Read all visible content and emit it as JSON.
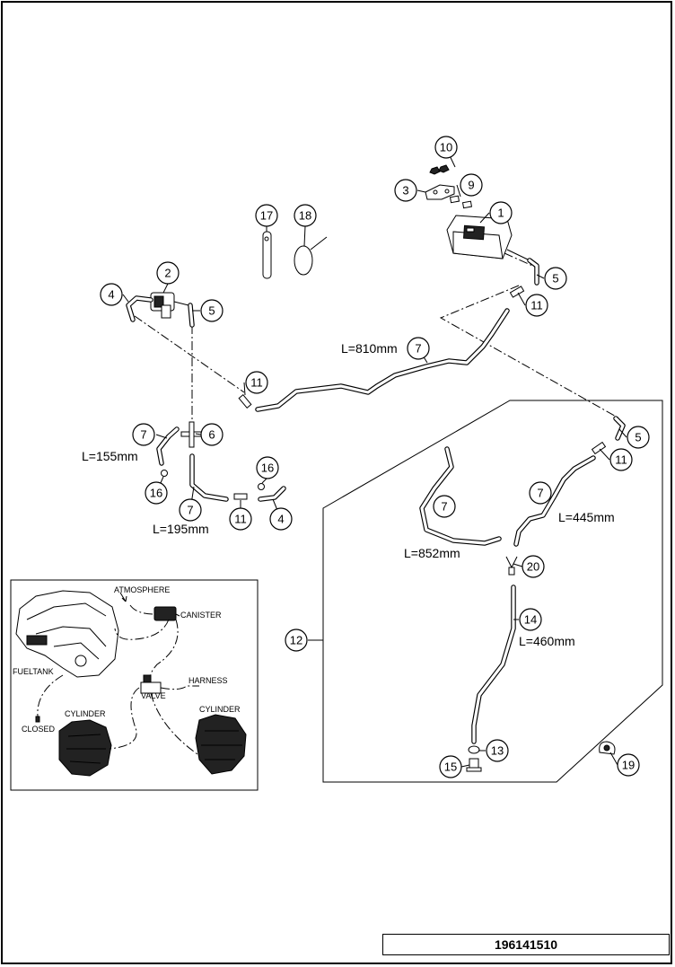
{
  "callouts": {
    "c1": "1",
    "c2": "2",
    "c3": "3",
    "c4a": "4",
    "c4b": "4",
    "c5a": "5",
    "c5b": "5",
    "c5c": "5",
    "c6": "6",
    "c7a": "7",
    "c7b": "7",
    "c7c": "7",
    "c7d": "7",
    "c7e": "7",
    "c9": "9",
    "c10": "10",
    "c11a": "11",
    "c11b": "11",
    "c11c": "11",
    "c11d": "11",
    "c12": "12",
    "c13": "13",
    "c14": "14",
    "c15": "15",
    "c16a": "16",
    "c16b": "16",
    "c17": "17",
    "c18": "18",
    "c19": "19",
    "c20": "20"
  },
  "lengths": {
    "l810": "L=810mm",
    "l155": "L=155mm",
    "l195": "L=195mm",
    "l852": "L=852mm",
    "l445": "L=445mm",
    "l460": "L=460mm"
  },
  "schematic": {
    "atmosphere": "ATMOSPHERE",
    "canister": "CANISTER",
    "fueltank": "FUELTANK",
    "harness": "HARNESS",
    "valve": "VALVE",
    "closed": "CLOSED",
    "cylinder_left": "CYLINDER",
    "cylinder_right": "CYLINDER"
  },
  "doc_number": "196141510"
}
